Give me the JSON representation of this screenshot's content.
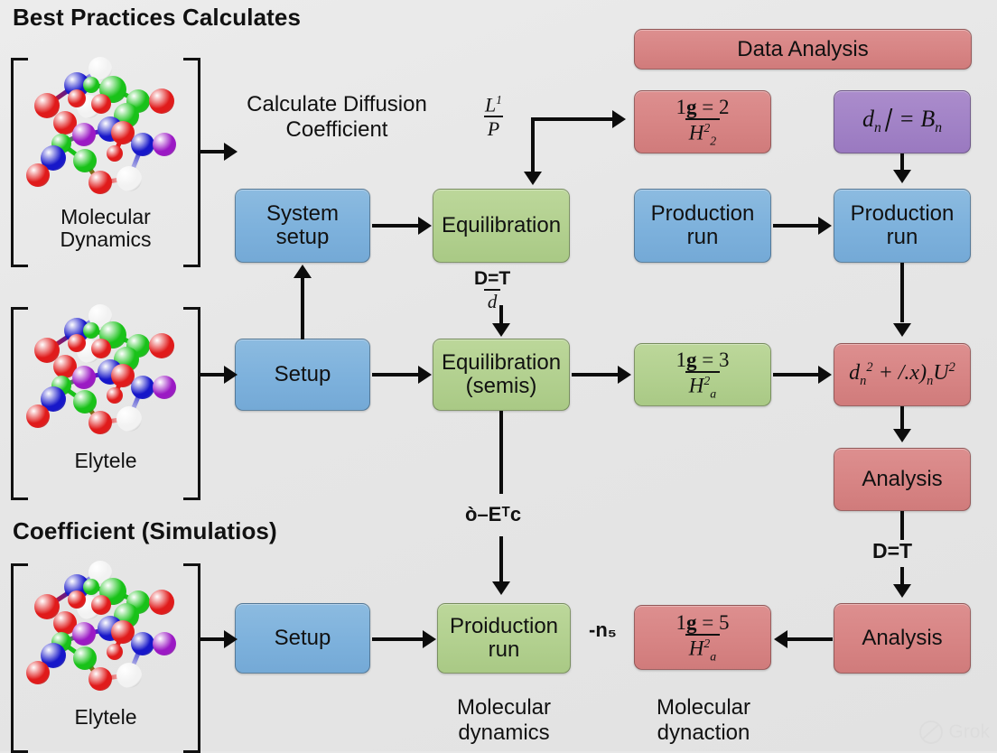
{
  "titles": {
    "main": "Best Practices Calculates",
    "sub": "Coefficient  (Simulatios)"
  },
  "molecules": [
    {
      "id": "mol-md",
      "label": "Molecular\nDynamics"
    },
    {
      "id": "mol-elytele1",
      "label": "Elytele"
    },
    {
      "id": "mol-elytele2",
      "label": "Elytele"
    }
  ],
  "boxes": {
    "calc_diffusion": "Calculate Diffusion\nCoefficient",
    "system_setup": "System\nsetup",
    "equilibration": "Equilibration",
    "data_analysis": "Data Analysis",
    "formula_red_top": {
      "num": "1g = 2",
      "den": "H",
      "den_sup": "2",
      "den_sub": "2"
    },
    "formula_purple": {
      "text": "dn| = Bn",
      "base1": "d",
      "sub1": "n",
      "mid": "| =",
      "base2": "B",
      "sub2": "n"
    },
    "production_run_1": "Production\nrun",
    "production_run_2": "Production\nrun",
    "setup_mid": "Setup",
    "equilibration_semis": "Equilibration\n(semis)",
    "formula_green_mid": {
      "num": "1g = 3",
      "den": "H",
      "den_sup": "2",
      "den_sub": "a"
    },
    "formula_red_mid": {
      "text": "dn 2 + /.x)nU 2",
      "base1": "d",
      "sub1": "n",
      "sup1": "2",
      "mid": "+ /.x)",
      "subm": "n",
      "base2": "U",
      "sup2": "2"
    },
    "analysis_1": "Analysis",
    "setup_bottom": "Setup",
    "production_run_3": "Proiduction\nrun",
    "formula_red_bot": {
      "num": "1g = 5",
      "den": "H",
      "den_sup": "2",
      "den_sub": "a"
    },
    "analysis_2": "Analysis"
  },
  "edge_labels": {
    "frac_L_over_P": {
      "num": "L",
      "num_sup": "1",
      "den": "P"
    },
    "frac_D_T_over_d": {
      "num": "D=T",
      "den": "d"
    },
    "o_minus_E_c": "ò–Eᵀc",
    "minus_n5": "-n₅",
    "D_equals_T": "D=T"
  },
  "captions": {
    "molecular_dynamics": "Molecular\ndynamics",
    "molecular_dynaction": "Molecular\ndynaction"
  },
  "watermark": "Grok",
  "colors": {
    "background": "#e8e8e8",
    "blue": "#7db1dc",
    "green": "#b2d08f",
    "red": "#d78484",
    "purple": "#a182c6",
    "stroke": "#0c0c0c",
    "atom_red": "#e01b1b",
    "atom_green": "#19c219",
    "atom_blue": "#1717c9",
    "atom_purple": "#9b19c4",
    "atom_white": "#f2f2f2"
  }
}
